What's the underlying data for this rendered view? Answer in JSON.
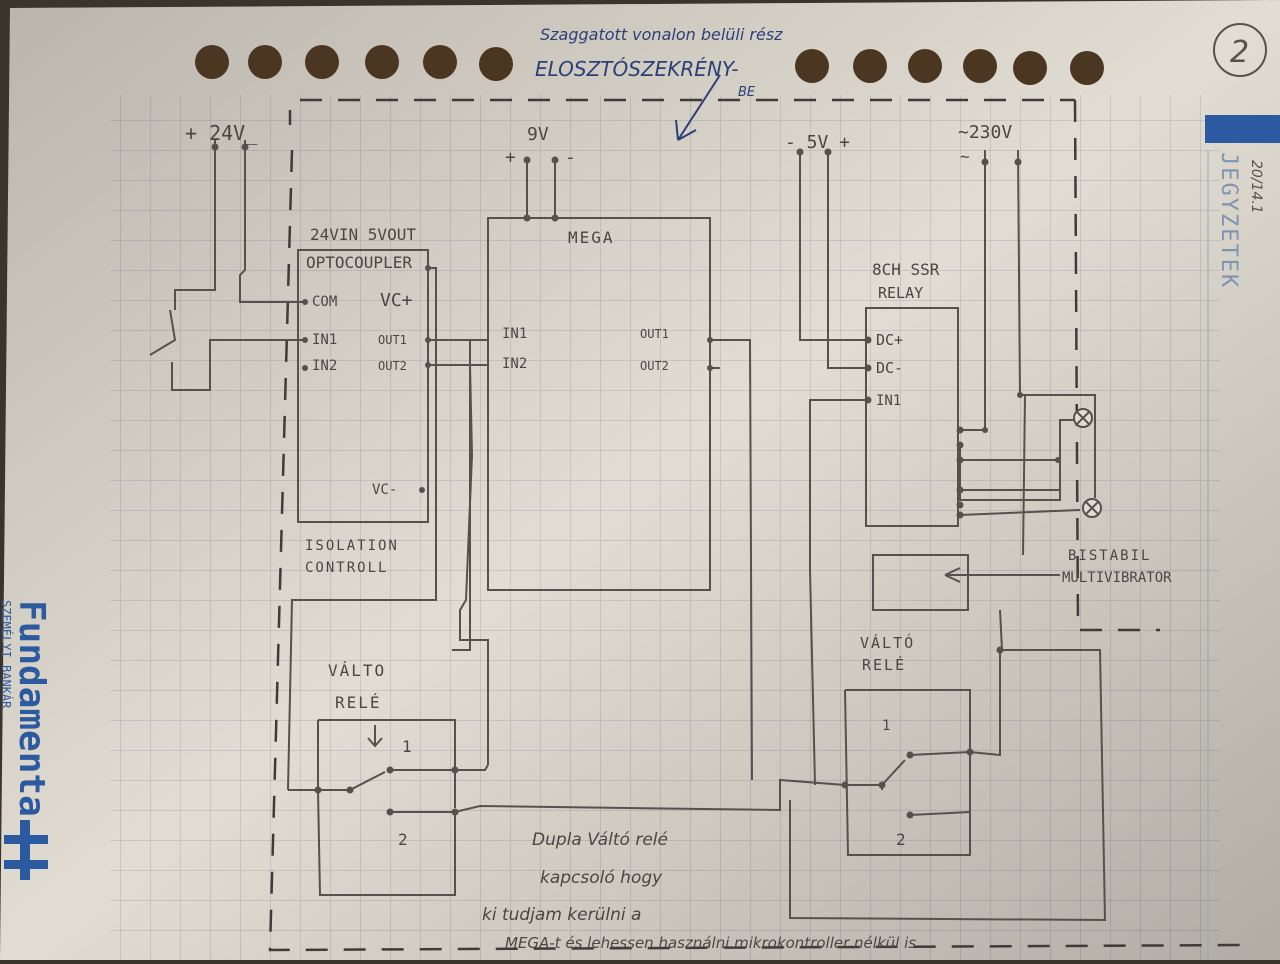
{
  "page_number": "2",
  "margin": {
    "brand": "Fundamenta",
    "brand_sub": "SZEMÉLYI BANKÁR",
    "notes_label": "JEGYZETEK",
    "corner_scribble": "20/14.1"
  },
  "annotation": {
    "line1": "Szaggatott vonalon belüli rész",
    "line2": "ELOSZTÓSZEKRÉNY-",
    "line3": "BE"
  },
  "supplies": {
    "v24": "+ 24V_",
    "v9": "9V",
    "v9_plus": "+",
    "v9_minus": "-",
    "v5": "- 5V +",
    "v230": "~230V",
    "v230_tilde": "~"
  },
  "optocoupler": {
    "title1": "24VIN 5VOUT",
    "title2": "OPTOCOUPLER",
    "com": "COM",
    "vcplus": "VC+",
    "in1": "IN1",
    "in2": "IN2",
    "out1": "OUT1",
    "out2": "OUT2",
    "vcminus": "VC-",
    "footer1": "ISOLATION",
    "footer2": "CONTROLL"
  },
  "mega": {
    "title": "MEGA",
    "in1": "IN1",
    "in2": "IN2",
    "out1": "OUT1",
    "out2": "OUT2"
  },
  "ssr": {
    "title1": "8CH SSR",
    "title2": "RELAY",
    "dcplus": "DC+",
    "dcminus": "DC-",
    "in1": "IN1"
  },
  "bistable": {
    "line1": "BISTABIL",
    "line2": "MULTIVIBRATOR"
  },
  "relay_left": {
    "title1": "VÁLTO",
    "title2": "RELÉ",
    "pos1": "1",
    "pos2": "2"
  },
  "relay_right": {
    "title1": "VÁLTÓ",
    "title2": "RELÉ",
    "pos1": "1",
    "pos2": "2"
  },
  "note": {
    "line1": "Dupla Váltó relé",
    "line2": "kapcsoló hogy",
    "line3": "ki tudjam kerülni a",
    "line4": "MEGA-t és lehessen használni mikrokontroller nélkül is"
  },
  "colors": {
    "paper": "#e2ddd2",
    "grid": "#a9b3bd",
    "pencil": "#55514d",
    "ink": "#2c3f78",
    "hole": "#4a3621",
    "brand": "#2c5aa0"
  }
}
